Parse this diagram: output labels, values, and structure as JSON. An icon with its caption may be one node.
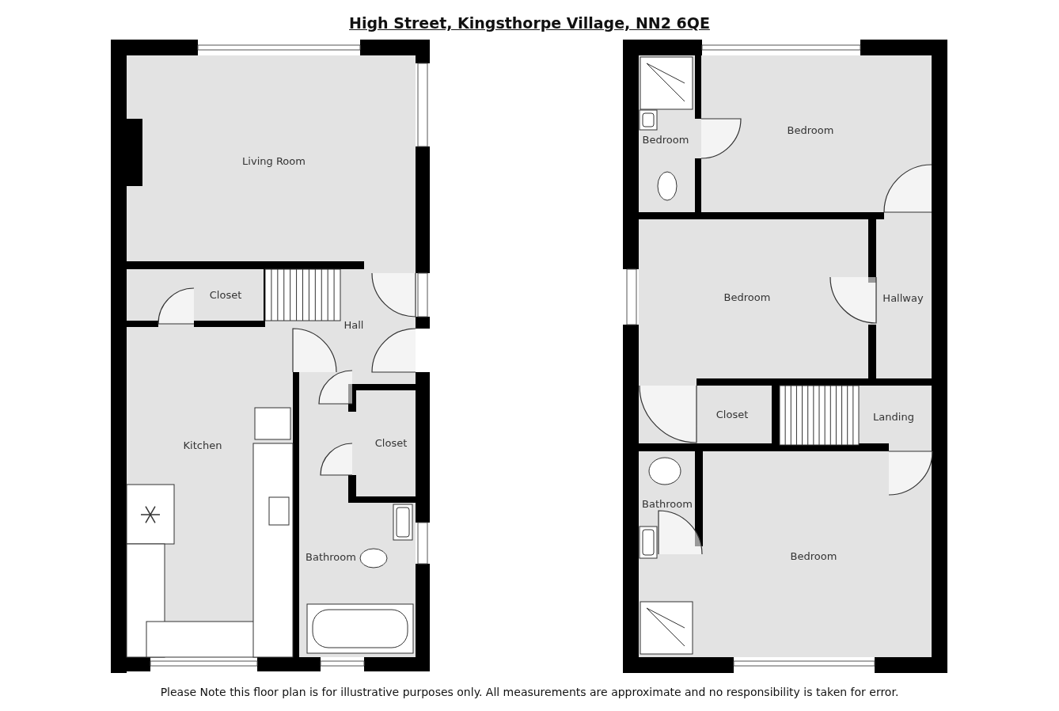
{
  "diagram": {
    "title": "High Street, Kingsthorpe Village, NN2 6QE",
    "caption": "Please Note this floor plan is for illustrative purposes only. All measurements are approximate and no responsibility is taken for error.",
    "nodes": [
      {
        "text": [
          "Living Room"
        ]
      },
      {
        "text": [
          "Closet"
        ]
      },
      {
        "text": [
          "Hall"
        ]
      },
      {
        "text": [
          "Kitchen"
        ]
      },
      {
        "text": [
          "Closet"
        ]
      },
      {
        "text": [
          "Bathroom"
        ]
      },
      {
        "text": [
          "Bedroom"
        ]
      },
      {
        "text": [
          "Bedroom"
        ]
      },
      {
        "text": [
          "Bedroom"
        ]
      },
      {
        "text": [
          "Hallway"
        ]
      },
      {
        "text": [
          "Closet"
        ]
      },
      {
        "text": [
          "Landing"
        ]
      },
      {
        "text": [
          "Bathroom"
        ]
      },
      {
        "text": [
          "Bedroom"
        ]
      }
    ]
  }
}
